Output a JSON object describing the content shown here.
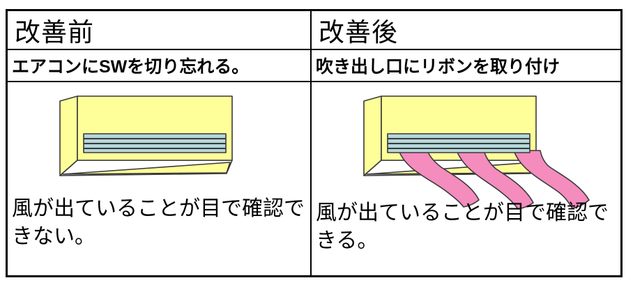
{
  "table": {
    "columns": [
      {
        "id": "before",
        "header": "改善前",
        "subtitle": "エアコンにSWを切り忘れる。",
        "caption": "風が出ていることが目で確認できない。",
        "illustration": "wall-air-conditioner"
      },
      {
        "id": "after",
        "header": "改善後",
        "subtitle": "吹き出し口にリボンを取り付け",
        "caption": "風が出ていることが目で確認できる。",
        "illustration": "wall-air-conditioner-with-ribbons"
      }
    ]
  },
  "colors": {
    "unit_body": "#FFFF99",
    "unit_underside": "#FFFFFF",
    "vent": "#B5D7DB",
    "ribbon": "#F48CBE",
    "outline": "#3A3A3A",
    "table_border": "#000000",
    "text": "#000000",
    "background": "#FFFFFF"
  }
}
